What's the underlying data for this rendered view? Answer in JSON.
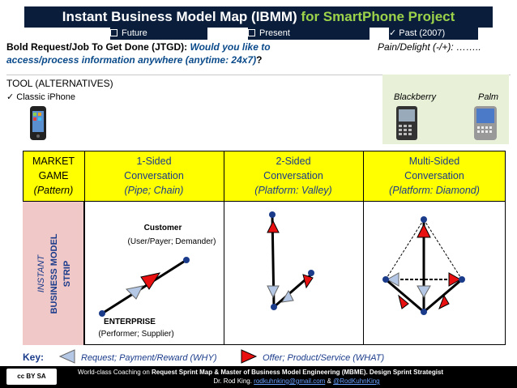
{
  "title": {
    "main": "Instant Business Model Map (IBMM) ",
    "highlight": "for SmartPhone Project"
  },
  "timeframe": {
    "future": "Future",
    "present": "Present",
    "past": "Past (2007)"
  },
  "jtgd": {
    "label": "Bold Request/Job To Get Done (JTGD): ",
    "question_line1": "Would you like to",
    "question_line2": "access/process information anywhere (anytime: 24x7)",
    "suffix": "?"
  },
  "pain": "Pain/Delight (-/+): ……..",
  "tool": {
    "label": "TOOL (ALTERNATIVES)",
    "item": "Classic iPhone",
    "alt1": "Blackberry",
    "alt2": "Palm"
  },
  "matrix": {
    "row_header": {
      "line1": "MARKET",
      "line2": "GAME",
      "line3": "(Pattern)"
    },
    "columns": [
      {
        "line1": "1-Sided",
        "line2": "Conversation",
        "line3": "(Pipe; Chain)"
      },
      {
        "line1": "2-Sided",
        "line2": "Conversation",
        "line3": "(Platform: Valley)"
      },
      {
        "line1": "Multi-Sided",
        "line2": "Conversation",
        "line3": "(Platform: Diamond)"
      }
    ],
    "strip": {
      "line1": "INSTANT",
      "line2": "BUSINESS MODEL",
      "line3": "STRIP"
    },
    "customer": {
      "name": "Customer",
      "role": "(User/Payer; Demander)"
    },
    "enterprise": {
      "name": "ENTERPRISE",
      "role": "(Performer; Supplier)"
    }
  },
  "key": {
    "label": "Key:",
    "request": "Request; Payment/Reward (WHY)",
    "offer": "Offer; Product/Service (WHAT)"
  },
  "footer": {
    "line1_pre": "World-class Coaching on ",
    "line1_bold": "Request Sprint  Map & Master of Business Model Engineering (MBME). Design Sprint Strategist",
    "line2_pre": "Dr. Rod King. ",
    "email": "rodkuhnking@gmail.com",
    "amp": " & ",
    "handle": "@RodKuhnKing",
    "license": "cc BY SA"
  },
  "colors": {
    "title_bg": "#0a1e3c",
    "highlight": "#9bd24a",
    "header_yellow": "#ffff00",
    "offer_red": "#e81010",
    "request_blue": "#b4c8e6",
    "node": "#1a3b8a"
  }
}
